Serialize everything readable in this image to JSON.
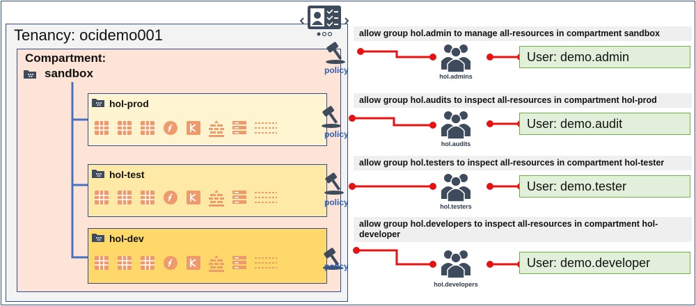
{
  "tenancy": {
    "label": "Tenancy: ocidemo001"
  },
  "root_compartment": {
    "label_line1": "Compartment:",
    "label_line2": "sandbox"
  },
  "compartments": [
    {
      "name": "hol-prod"
    },
    {
      "name": "hol-test"
    },
    {
      "name": "hol-dev"
    }
  ],
  "policy_label": "policy",
  "policies": [
    {
      "statement": "allow group hol.admin to manage all-resources in compartment sandbox",
      "group": "hol.admins",
      "user": "User: demo.admin"
    },
    {
      "statement": "allow group hol.audits to inspect all-resources in compartment hol-prod",
      "group": "hol.audits",
      "user": "User: demo.audit"
    },
    {
      "statement": "allow group hol.testers to inspect all-resources  in compartment hol-tester",
      "group": "hol.testers",
      "user": "User: demo.tester"
    },
    {
      "statement": "allow group hol.developers to inspect all-resources in compartment hol-developer",
      "group": "hol.developers",
      "user": "User: demo.developer"
    }
  ],
  "colors": {
    "tenancy_border": "#2f4b8a",
    "sandbox_fill": "#fde4d6",
    "prod_fill": "#fef4cf",
    "test_fill": "#fee9a6",
    "dev_fill": "#fed96a",
    "resource_icon": "#ef9a6d",
    "wire": "#e81010",
    "tree_line": "#4472c4",
    "user_fill": "#e2efda",
    "user_border": "#70ad47",
    "group_icon": "#3d4b5c"
  },
  "icons": {
    "top": "identity-console-icon",
    "folder": "compartment-folder-icon",
    "policy": "gavel-icon",
    "group": "user-group-icon",
    "resources": [
      "compute-grid-icon",
      "compute-grid-icon",
      "compute-grid-icon",
      "function-icon",
      "load-balancer-icon",
      "firewall-icon",
      "database-icon",
      "storage-icon"
    ]
  }
}
